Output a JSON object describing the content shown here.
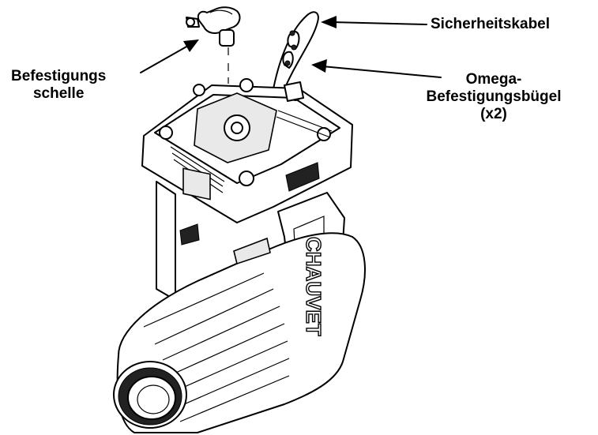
{
  "labels": {
    "safety_cable": "Sicherheitskabel",
    "clamp_line1": "Befestigungs",
    "clamp_line2": "schelle",
    "omega_line1": "Omega-",
    "omega_line2": "Befestigungsbügel",
    "omega_line3": "(x2)"
  },
  "brand_text": "CHAUVET"
}
